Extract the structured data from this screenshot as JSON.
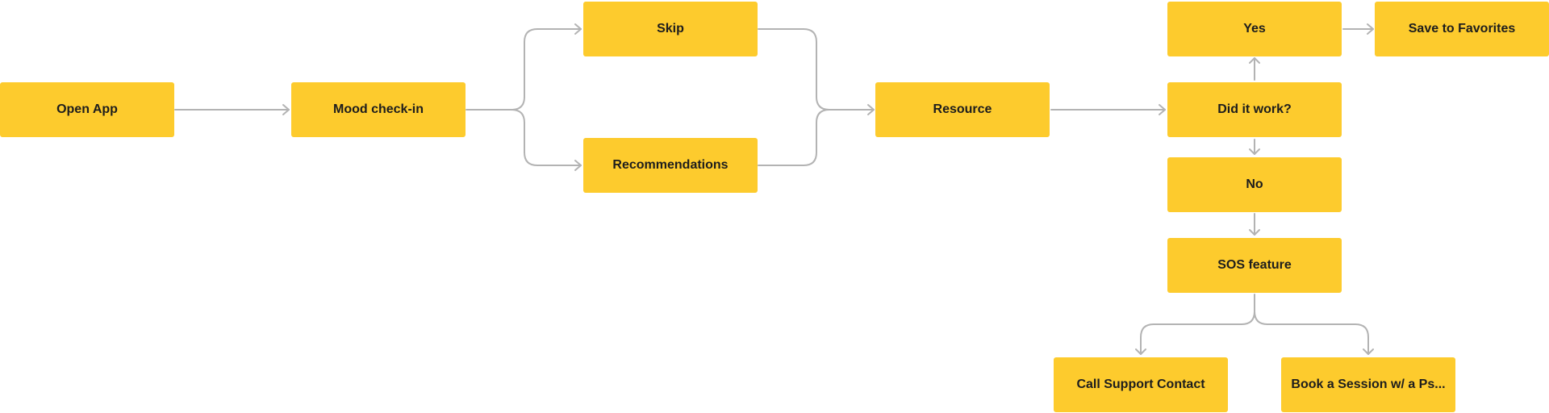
{
  "colors": {
    "node_fill": "#FDCB2D",
    "node_text": "#1d1d1d",
    "connector": "#B3B3B3",
    "background": "#FFFFFF"
  },
  "nodes": {
    "open_app": "Open App",
    "mood_check_in": "Mood check-in",
    "skip": "Skip",
    "recommendations": "Recommendations",
    "resource": "Resource",
    "did_it_work": "Did it work?",
    "yes": "Yes",
    "save_to_favorites": "Save to Favorites",
    "no": "No",
    "sos_feature": "SOS feature",
    "call_support_contact": "Call Support Contact",
    "book_session": "Book a Session w/ a Ps..."
  },
  "edges": [
    {
      "from": "open_app",
      "to": "mood_check_in"
    },
    {
      "from": "mood_check_in",
      "to": "skip"
    },
    {
      "from": "mood_check_in",
      "to": "recommendations"
    },
    {
      "from": "skip",
      "to": "resource"
    },
    {
      "from": "recommendations",
      "to": "resource"
    },
    {
      "from": "resource",
      "to": "did_it_work"
    },
    {
      "from": "did_it_work",
      "to": "yes"
    },
    {
      "from": "yes",
      "to": "save_to_favorites"
    },
    {
      "from": "did_it_work",
      "to": "no"
    },
    {
      "from": "no",
      "to": "sos_feature"
    },
    {
      "from": "sos_feature",
      "to": "call_support_contact"
    },
    {
      "from": "sos_feature",
      "to": "book_session"
    }
  ]
}
